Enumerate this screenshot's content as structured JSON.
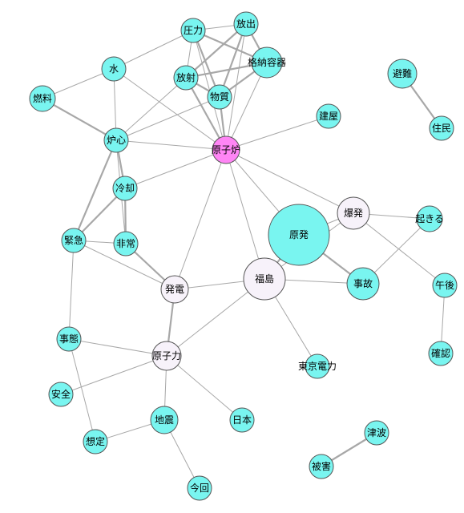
{
  "graph": {
    "colors": {
      "default_node": "#79f5f0",
      "highlight_node": "#ff85f5",
      "light_node": "#f7f2fa",
      "edge": "#a8a8a8",
      "background": "#ffffff"
    },
    "nodes": [
      {
        "id": "genshiro",
        "label": "原子炉",
        "kind": "highlight"
      },
      {
        "id": "genpatsu",
        "label": "原発",
        "kind": "default"
      },
      {
        "id": "fukushima",
        "label": "福島",
        "kind": "light"
      },
      {
        "id": "bakuhatsu",
        "label": "爆発",
        "kind": "light"
      },
      {
        "id": "hatsuden",
        "label": "発電",
        "kind": "light"
      },
      {
        "id": "genshiryoku",
        "label": "原子力",
        "kind": "light"
      },
      {
        "id": "atsuryoku",
        "label": "圧力",
        "kind": "default"
      },
      {
        "id": "hoshutsu",
        "label": "放出",
        "kind": "default"
      },
      {
        "id": "kakuno",
        "label": "格納容器",
        "kind": "default"
      },
      {
        "id": "hosha",
        "label": "放射",
        "kind": "default"
      },
      {
        "id": "busshitsu",
        "label": "物質",
        "kind": "default"
      },
      {
        "id": "mizu",
        "label": "水",
        "kind": "default"
      },
      {
        "id": "nenryo",
        "label": "燃料",
        "kind": "default"
      },
      {
        "id": "roshin",
        "label": "炉心",
        "kind": "default"
      },
      {
        "id": "reikyaku",
        "label": "冷却",
        "kind": "default"
      },
      {
        "id": "kinkyu",
        "label": "緊急",
        "kind": "default"
      },
      {
        "id": "hijo",
        "label": "非常",
        "kind": "default"
      },
      {
        "id": "tateya",
        "label": "建屋",
        "kind": "default"
      },
      {
        "id": "hinan",
        "label": "避難",
        "kind": "default"
      },
      {
        "id": "jumin",
        "label": "住民",
        "kind": "default"
      },
      {
        "id": "okiru",
        "label": "起きる",
        "kind": "default"
      },
      {
        "id": "jiko",
        "label": "事故",
        "kind": "default"
      },
      {
        "id": "gogo",
        "label": "午後",
        "kind": "default"
      },
      {
        "id": "kakunin",
        "label": "確認",
        "kind": "default"
      },
      {
        "id": "toden",
        "label": "東京電力",
        "kind": "default"
      },
      {
        "id": "jitai",
        "label": "事態",
        "kind": "default"
      },
      {
        "id": "anzen",
        "label": "安全",
        "kind": "default"
      },
      {
        "id": "jishin",
        "label": "地震",
        "kind": "default"
      },
      {
        "id": "nihon",
        "label": "日本",
        "kind": "default"
      },
      {
        "id": "sotei",
        "label": "想定",
        "kind": "default"
      },
      {
        "id": "konkai",
        "label": "今回",
        "kind": "default"
      },
      {
        "id": "tsunami",
        "label": "津波",
        "kind": "default"
      },
      {
        "id": "higai",
        "label": "被害",
        "kind": "default"
      }
    ],
    "edges": [
      [
        "atsuryoku",
        "hoshutsu"
      ],
      [
        "atsuryoku",
        "kakuno"
      ],
      [
        "atsuryoku",
        "hosha"
      ],
      [
        "atsuryoku",
        "busshitsu"
      ],
      [
        "atsuryoku",
        "genshiro"
      ],
      [
        "atsuryoku",
        "mizu"
      ],
      [
        "hoshutsu",
        "kakuno"
      ],
      [
        "hoshutsu",
        "hosha"
      ],
      [
        "hoshutsu",
        "busshitsu"
      ],
      [
        "hoshutsu",
        "genshiro"
      ],
      [
        "kakuno",
        "hosha"
      ],
      [
        "kakuno",
        "busshitsu"
      ],
      [
        "kakuno",
        "genshiro"
      ],
      [
        "hosha",
        "busshitsu"
      ],
      [
        "hosha",
        "roshin"
      ],
      [
        "hosha",
        "genshiro"
      ],
      [
        "busshitsu",
        "genshiro"
      ],
      [
        "busshitsu",
        "roshin"
      ],
      [
        "mizu",
        "nenryo"
      ],
      [
        "mizu",
        "roshin"
      ],
      [
        "mizu",
        "genshiro"
      ],
      [
        "nenryo",
        "roshin"
      ],
      [
        "roshin",
        "genshiro"
      ],
      [
        "roshin",
        "reikyaku"
      ],
      [
        "roshin",
        "kinkyu"
      ],
      [
        "roshin",
        "hijo"
      ],
      [
        "reikyaku",
        "kinkyu"
      ],
      [
        "reikyaku",
        "hijo"
      ],
      [
        "reikyaku",
        "genshiro"
      ],
      [
        "kinkyu",
        "hijo"
      ],
      [
        "kinkyu",
        "hatsuden"
      ],
      [
        "kinkyu",
        "jitai"
      ],
      [
        "hijo",
        "hatsuden"
      ],
      [
        "genshiro",
        "tateya"
      ],
      [
        "genshiro",
        "hatsuden"
      ],
      [
        "genshiro",
        "fukushima"
      ],
      [
        "genshiro",
        "genpatsu"
      ],
      [
        "genshiro",
        "bakuhatsu"
      ],
      [
        "genpatsu",
        "fukushima"
      ],
      [
        "genpatsu",
        "jiko"
      ],
      [
        "genpatsu",
        "bakuhatsu"
      ],
      [
        "bakuhatsu",
        "okiru"
      ],
      [
        "bakuhatsu",
        "gogo"
      ],
      [
        "bakuhatsu",
        "fukushima"
      ],
      [
        "okiru",
        "jiko"
      ],
      [
        "fukushima",
        "jiko"
      ],
      [
        "fukushima",
        "hatsuden"
      ],
      [
        "fukushima",
        "toden"
      ],
      [
        "fukushima",
        "genshiryoku"
      ],
      [
        "hatsuden",
        "genshiryoku"
      ],
      [
        "genshiryoku",
        "jitai"
      ],
      [
        "genshiryoku",
        "anzen"
      ],
      [
        "genshiryoku",
        "jishin"
      ],
      [
        "genshiryoku",
        "nihon"
      ],
      [
        "jitai",
        "sotei"
      ],
      [
        "jishin",
        "sotei"
      ],
      [
        "jishin",
        "konkai"
      ],
      [
        "gogo",
        "kakunin"
      ],
      [
        "hinan",
        "jumin"
      ],
      [
        "tsunami",
        "higai"
      ]
    ]
  }
}
